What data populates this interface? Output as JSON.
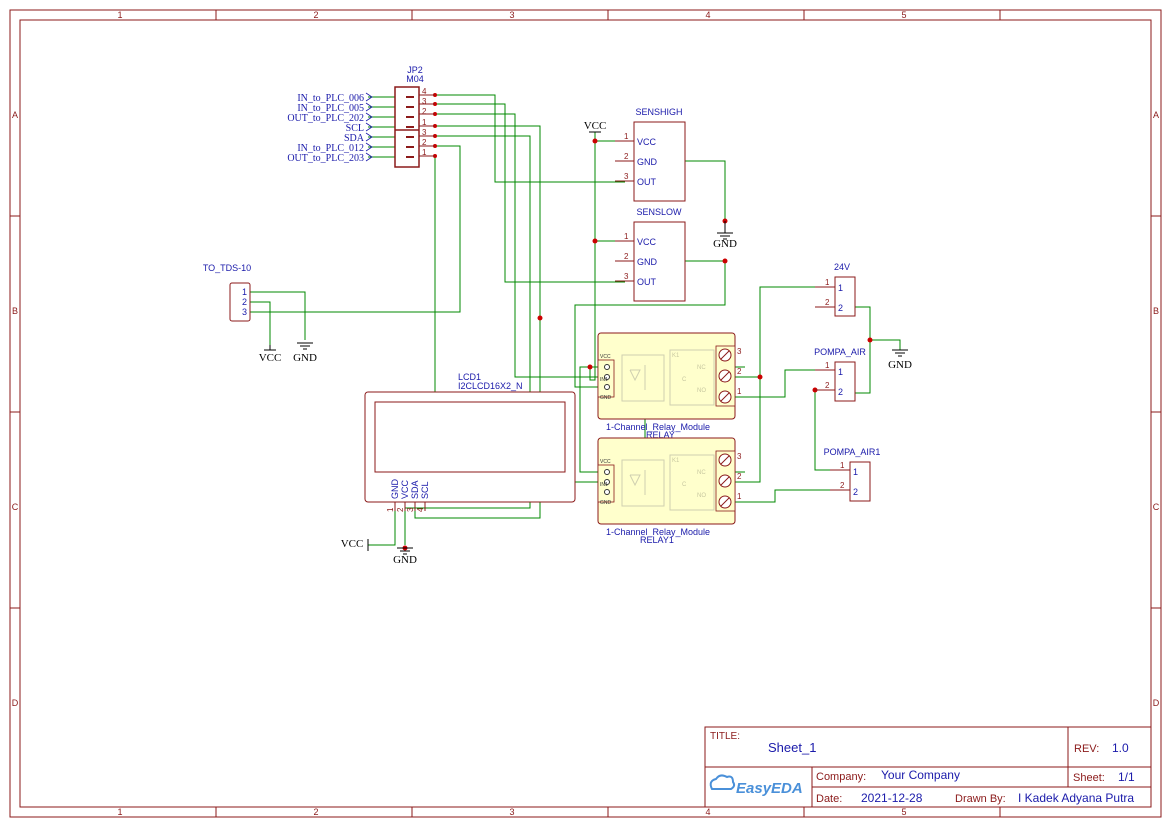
{
  "frame": {
    "col_labels": [
      "1",
      "2",
      "3",
      "4",
      "5"
    ],
    "row_labels": [
      "A",
      "B",
      "C",
      "D"
    ]
  },
  "jp2": {
    "ref": "JP2",
    "value": "M04",
    "net_labels": [
      "IN_to_PLC_006",
      "IN_to_PLC_005",
      "OUT_to_PLC_202",
      "SCL",
      "SDA",
      "IN_to_PLC_012",
      "OUT_to_PLC_203"
    ],
    "pins": [
      "4",
      "3",
      "2",
      "1",
      "3",
      "2",
      "1"
    ]
  },
  "senshigh": {
    "name": "SENSHIGH",
    "pins": [
      {
        "n": "1",
        "name": "VCC"
      },
      {
        "n": "2",
        "name": "GND"
      },
      {
        "n": "3",
        "name": "OUT"
      }
    ]
  },
  "senslow": {
    "name": "SENSLOW",
    "pins": [
      {
        "n": "1",
        "name": "VCC"
      },
      {
        "n": "2",
        "name": "GND"
      },
      {
        "n": "3",
        "name": "OUT"
      }
    ]
  },
  "tds": {
    "name": "TO_TDS-10",
    "pins": [
      "1",
      "2",
      "3"
    ]
  },
  "power": {
    "vcc": "VCC",
    "gnd": "GND"
  },
  "lcd": {
    "ref": "LCD1",
    "value": "I2CLCD16X2_N",
    "pins": [
      {
        "n": "1",
        "name": "GND"
      },
      {
        "n": "2",
        "name": "VCC"
      },
      {
        "n": "3",
        "name": "SDA"
      },
      {
        "n": "4",
        "name": "SCL"
      }
    ]
  },
  "relay": {
    "module": "1-Channel_Relay_Module",
    "ref": "RELAY",
    "in_pins": [
      "VCC",
      "IN1",
      "GND"
    ],
    "out_pins": [
      "3",
      "2",
      "1"
    ],
    "k": "K1",
    "nc": "NC",
    "c": "C",
    "no": "NO"
  },
  "relay1": {
    "module": "1-Channel_Relay_Module",
    "ref": "RELAY1",
    "in_pins": [
      "VCC",
      "IN1",
      "GND"
    ],
    "out_pins": [
      "3",
      "2",
      "1"
    ],
    "k": "K1",
    "nc": "NC",
    "c": "C",
    "no": "NO"
  },
  "conn_24v": {
    "name": "24V",
    "pins": [
      "1",
      "2"
    ]
  },
  "pompa_air": {
    "name": "POMPA_AIR",
    "pins": [
      "1",
      "2"
    ]
  },
  "pompa_air1": {
    "name": "POMPA_AIR1",
    "pins": [
      "1",
      "2"
    ]
  },
  "title_block": {
    "title_label": "TITLE:",
    "title": "Sheet_1",
    "rev_label": "REV:",
    "rev": "1.0",
    "logo": "EasyEDA",
    "company_label": "Company:",
    "company": "Your Company",
    "sheet_label": "Sheet:",
    "sheet": "1/1",
    "date_label": "Date:",
    "date": "2021-12-28",
    "drawn_label": "Drawn By:",
    "drawn_by": "I Kadek Adyana Putra"
  },
  "colors": {
    "border": "#8b1a1a",
    "wire": "#008800",
    "text": "#1a1aaa",
    "junction": "#cc0000",
    "relay_fill": "#ffffcc"
  }
}
